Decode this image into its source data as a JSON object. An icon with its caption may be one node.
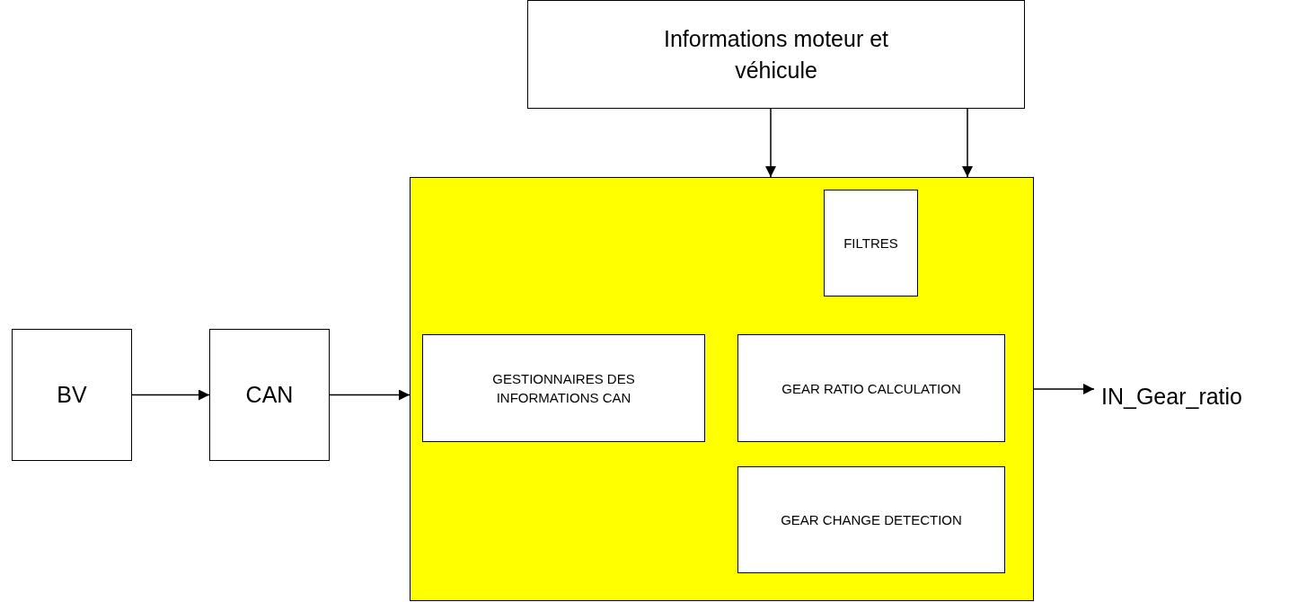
{
  "diagram": {
    "nodes": [
      {
        "text": [
          "Informations moteur et véhicule"
        ]
      },
      {
        "text": [],
        "shape": "box"
      },
      {
        "text": [
          "FILTRES"
        ],
        "in": 1
      },
      {
        "text": [
          "GESTIONNAIRES DES INFORMATIONS CAN"
        ],
        "in": 1
      },
      {
        "text": [
          "GEAR RATIO CALCULATION"
        ],
        "in": 1
      },
      {
        "text": [
          "GEAR CHANGE DETECTION"
        ],
        "in": 1
      },
      {
        "text": [
          "BV"
        ]
      },
      {
        "text": [
          "CAN"
        ]
      },
      {
        "text": [
          "IN_Gear_ratio"
        ]
      }
    ],
    "edges": [
      {
        "from": 0,
        "to": 1,
        "arrow": "to"
      },
      {
        "from": 0,
        "to": 1,
        "arrow": "to"
      },
      {
        "from": 6,
        "to": 7,
        "arrow": "to"
      },
      {
        "from": 7,
        "to": 1,
        "arrow": "to"
      },
      {
        "from": 1,
        "to": 8,
        "arrow": "to"
      }
    ]
  }
}
